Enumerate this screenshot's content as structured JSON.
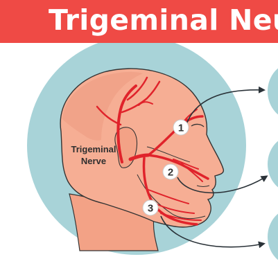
{
  "header": {
    "title": "Trigeminal Neu"
  },
  "diagram": {
    "nerve_label_line1": "Trigeminal",
    "nerve_label_line2": "Nerve",
    "branches": [
      {
        "number": "1"
      },
      {
        "number": "2"
      },
      {
        "number": "3"
      }
    ]
  },
  "colors": {
    "banner": "#ef4a45",
    "circle": "#a8d3d8",
    "skin": "#f6ae94",
    "skin_shadow": "#ec9b80",
    "nerve": "#e0232b",
    "outline": "#333333",
    "arrow": "#2a3238",
    "card": "#a8d3d8"
  },
  "icons": [
    "head-illustration",
    "nerve-branches",
    "curved-arrow-icon"
  ]
}
